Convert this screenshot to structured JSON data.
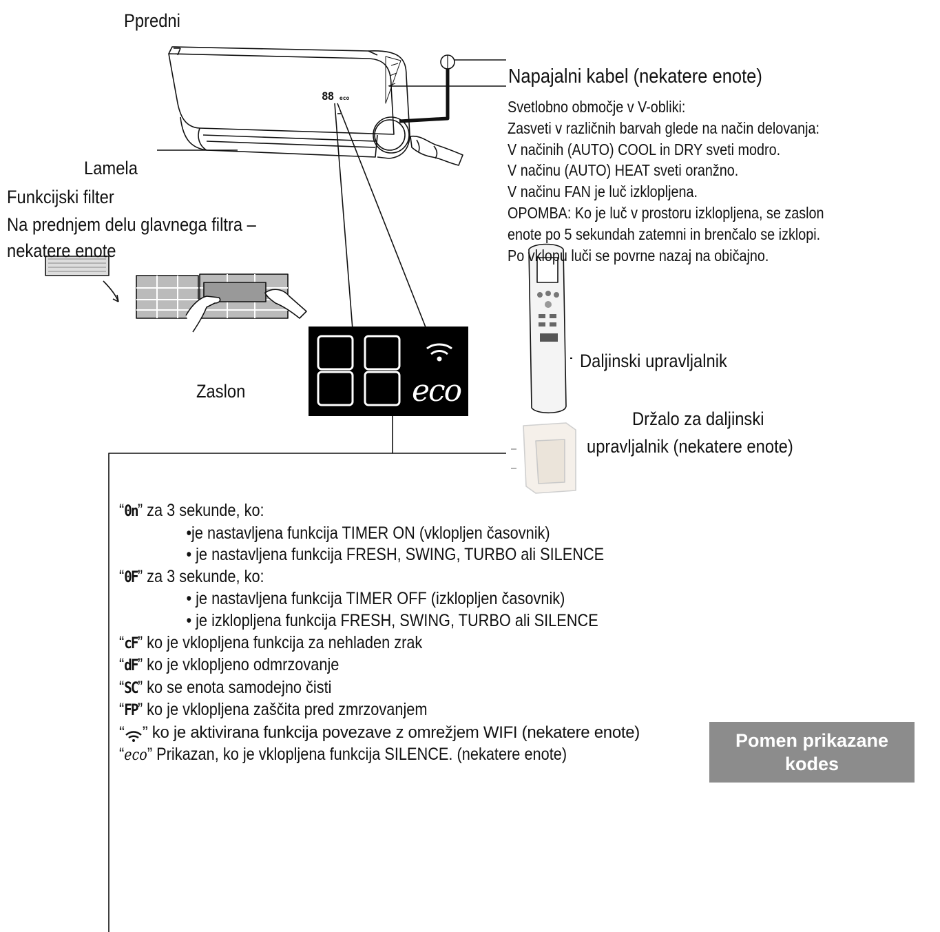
{
  "labels": {
    "front": "Ppredni",
    "power_cable": "Napajalni kabel (nekatere enote)",
    "louver": "Lamela",
    "function_filter": "Funkcijski filter",
    "filter_desc_1": "Na prednjem delu glavnega filtra –",
    "filter_desc_2": "nekatere enote",
    "display": "Zaslon",
    "remote": "Daljinski upravljalnik",
    "holder_1": "Držalo za daljinski",
    "holder_2": "upravljalnik (nekatere enote)",
    "unit_display_text": "88",
    "panel_digits": "88",
    "eco_glyph": "eco"
  },
  "notes": [
    "Svetlobno območje v V-obliki:",
    "Zasveti v različnih barvah glede na način delovanja:",
    "V načinih (AUTO) COOL in DRY sveti modro.",
    "V načinu (AUTO) HEAT sveti oranžno.",
    "V načinu FAN je luč izklopljena.",
    "OPOMBA: Ko je luč v prostoru izklopljena, se zaslon",
    "enote po 5 sekundah zatemni in brenčalo se izklopi.",
    "Po vklopu luči se povrne nazaj na običajno."
  ],
  "codes": {
    "on_code": "0n",
    "on_text": "” za 3 sekunde, ko:",
    "on_item1": "•je nastavljena funkcija TIMER ON (vklopljen časovnik)",
    "on_item2": "• je nastavljena funkcija FRESH, SWING, TURBO ali SILENCE",
    "off_code": "0F",
    "off_text": "” za 3 sekunde, ko:",
    "off_item1": "• je nastavljena funkcija TIMER OFF (izklopljen časovnik)",
    "off_item2": "• je izklopljena funkcija FRESH, SWING, TURBO ali SILENCE",
    "cf_code": "cF",
    "cf_text": "” ko je vklopljena funkcija za nehladen zrak",
    "df_code": "dF",
    "df_text": "” ko je vklopljeno odmrzovanje",
    "sc_code": "SC",
    "sc_text": "” ko se enota samodejno čisti",
    "fp_code": "FP",
    "fp_text": "” ko je vklopljena zaščita pred zmrzovanjem",
    "wifi_text": "” ko je aktivirana funkcija povezave z omrežjem WIFI (nekatere enote)",
    "eco_code": "eco",
    "eco_text": "” Prikazan, ko je vklopljena funkcija SILENCE. (nekatere enote)",
    "open_quote": "“"
  },
  "badge": "Pomen prikazane kodes"
}
